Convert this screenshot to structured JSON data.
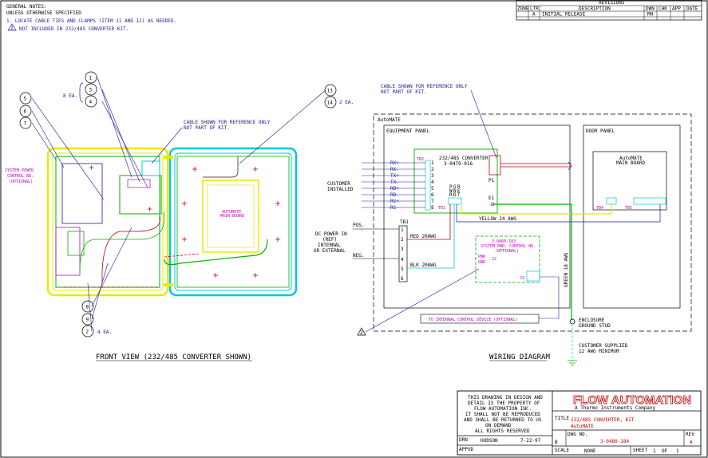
{
  "general_notes": {
    "heading": "GENERAL NOTES:",
    "subheading": "UNLESS OTHERWISE SPECIFIED",
    "note1": "1. LOCATE CABLE TIES AND CLAMPS (ITEM 11 AND 12) AS NEEDED.",
    "note2_symbol": "2",
    "note2": "NOT INCLUDED IN 232/485 CONVERTER KIT."
  },
  "revisions": {
    "title": "REVISIONS",
    "headers": [
      "ZONE",
      "LTR",
      "DESCRIPTION",
      "DWN",
      "CHK",
      "APP",
      "DATE"
    ],
    "row": [
      "",
      "A",
      "INITIAL RELEASE",
      "MH",
      "",
      "",
      ""
    ]
  },
  "front_view": {
    "caption": "FRONT VIEW (232/485 CONVERTER SHOWN)",
    "balloons": [
      "1",
      "3",
      "4",
      "5",
      "6",
      "7",
      "8",
      "9",
      "2",
      "13",
      "14"
    ],
    "qty_8ea": "8 EA.",
    "qty_2ea": "2 EA.",
    "qty_4ea": "4 EA.",
    "cable_note_line1": "CABLE SHOWN FOR REFERENCE ONLY",
    "cable_note_line2": "NOT PART OF KIT.",
    "system_power_line1": "SYSTEM POWER",
    "system_power_line2": "CONTROL BD.",
    "system_power_line3": "(OPTIONAL)",
    "board_label_line1": "AUTOMATE",
    "board_label_line2": "MAIN BOARD"
  },
  "wiring": {
    "caption": "WIRING DIAGRAM",
    "cable_note_line1": "CABLE SHOWN FOR REFERENCE ONLY",
    "cable_note_line2": "NOT PART OF KIT.",
    "automate": "AutoMATE",
    "equipment_panel": "EQUIPMENT PANEL",
    "door_panel": "DOOR PANEL",
    "converter_title": "232/485 CONVERTER",
    "converter_pn": "3-0479-016",
    "tb2": "TB2",
    "tb1": "TB1",
    "tb4": "TB4",
    "tb5": "TB5",
    "p1": "P1",
    "e1": "E1",
    "pins": [
      "RX+",
      "RX-",
      "TX+",
      "TX-",
      "RD+",
      "RD-",
      "RS+",
      "RS-"
    ],
    "pin_nums": [
      "1",
      "2",
      "3",
      "4",
      "5",
      "6",
      "7",
      "8"
    ],
    "customer_installed_line1": "CUSTOMER",
    "customer_installed_line2": "INSTALLED",
    "main_board_line1": "AutoMATE",
    "main_board_line2": "MAIN BOARD",
    "yellow_wire": "YELLOW   24 AWG",
    "dc_power_line1": "DC POWER IN",
    "dc_power_line2": "(REF)",
    "dc_power_line3": "INTERNAL",
    "dc_power_line4": "OR EXTERNAL",
    "pos": "POS.",
    "neg": "NEG.",
    "red_wire": "RED   20AWG",
    "blk_wire": "BLK   20AWG",
    "tb1_nums": [
      "1",
      "2",
      "3",
      "4",
      "5",
      "6"
    ],
    "spc_line1": "3-0460-183",
    "spc_line2": "SYSTEM PWR. CONTROL BD.",
    "spc_line3": "(OPTIONAL)",
    "pwr": "PWR",
    "gnd": "GND",
    "j2": "J2",
    "j3": "J3",
    "internal_device": "TO INTERNAL CONTROL DEVICE (OPTIONAL)",
    "enclosure_line1": "ENCLOSURE",
    "enclosure_line2": "GROUND STUD",
    "customer_supplied_line1": "CUSTOMER SUPPLIED",
    "customer_supplied_line2": "12 AWG MINIMUM",
    "green_wire": "GREEN   18 AWG",
    "note_symbol": "2"
  },
  "title_block": {
    "property_lines": [
      "THIS DRAWING IN DESIGN AND",
      "DETAIL IS THE PROPERTY OF",
      "FLOW AUTOMATION INC.",
      "IT SHALL NOT BE REPRODUCED",
      "AND SHALL BE RETURNED TO US",
      "ON DEMAND",
      "ALL RIGHTS RESERVED"
    ],
    "company": "FLOW AUTOMATION",
    "company_sub": "A Thermo Instruments Company",
    "title_label": "TITLE",
    "title_line1": "232/485 CONVERTER, KIT",
    "title_line2": "AutoMATE",
    "drn_label": "DRN",
    "drn_name": "HUDSON",
    "drn_date": "7-22-97",
    "appvd_label": "APPVD",
    "size": "B",
    "dwg_no_label": "DWG NO.",
    "dwg_no": "3-0480-184",
    "rev_label": "REV",
    "rev": "A",
    "scale_label": "SCALE",
    "scale": "NONE",
    "sheet_label": "SHEET",
    "sheet": "1",
    "of_label": "OF",
    "sheet_total": "1"
  },
  "colors": {
    "yellow": "#e8e800",
    "green": "#00b000",
    "cyan": "#00c8d8",
    "magenta": "#c000c0",
    "red": "#c00000",
    "blue": "#1a1aa0"
  }
}
